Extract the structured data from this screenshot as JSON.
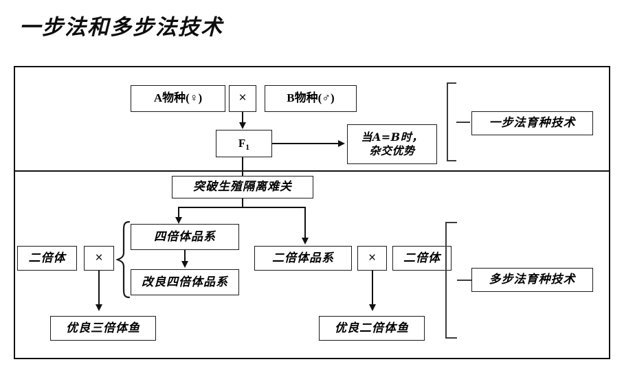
{
  "title": "一步法和多步法技术",
  "sections": {
    "top": {
      "label": "一步法育种技术",
      "nodes": {
        "species_a": "A物种(♀)",
        "cross_1": "×",
        "species_b": "B物种(♂)",
        "f1": "F",
        "f1_sub": "1",
        "heterosis": "当A=B时，\n杂交优势",
        "heterosis_line1": "当A=B时，",
        "heterosis_line2": "杂交优势"
      }
    },
    "bottom": {
      "label": "多步法育种技术",
      "nodes": {
        "breakthrough": "突破生殖隔离难关",
        "tetraploid_line": "四倍体品系",
        "improved_tetraploid_line": "改良四倍体品系",
        "diploid_left": "二倍体",
        "cross_2": "×",
        "triploid_fish": "优良三倍体鱼",
        "diploid_line": "二倍体品系",
        "cross_3": "×",
        "diploid_right": "二倍体",
        "diploid_fish": "优良二倍体鱼"
      }
    }
  },
  "colors": {
    "ink": "#111111",
    "bracket": "#3a3a3a",
    "background": "#ffffff"
  }
}
